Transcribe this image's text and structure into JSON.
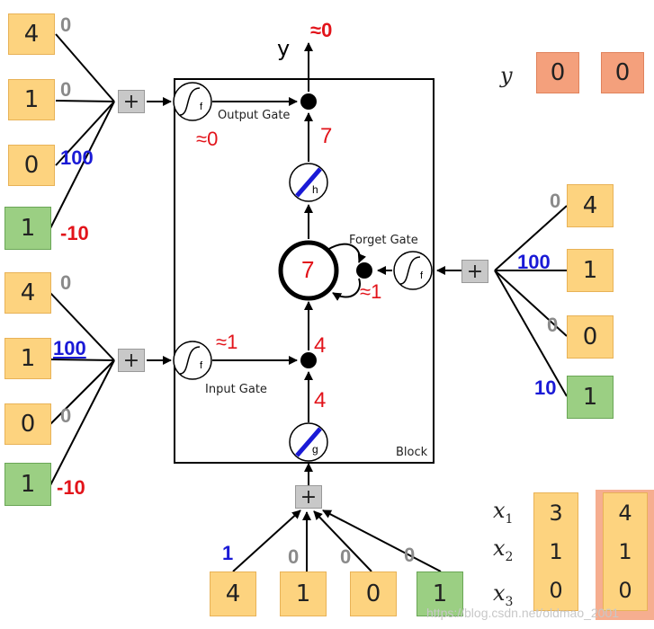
{
  "output": {
    "y_label": "y",
    "value_label": "≈0"
  },
  "block": {
    "label": "Block",
    "cell_value": "7",
    "h_value": "7",
    "g_value": "4",
    "mul_value": "4"
  },
  "gates": {
    "output": {
      "label": "Output Gate",
      "activation": "≈0",
      "func": "f"
    },
    "input": {
      "label": "Input Gate",
      "activation": "≈1",
      "func": "f"
    },
    "forget": {
      "label": "Forget Gate",
      "activation": "≈1",
      "func": "f"
    }
  },
  "activations": {
    "h": "h",
    "g": "g"
  },
  "plus_symbol": "+",
  "output_gate_inputs": [
    {
      "value": "4",
      "weight": "0",
      "kind": "x"
    },
    {
      "value": "1",
      "weight": "0",
      "kind": "x"
    },
    {
      "value": "0",
      "weight": "100",
      "kind": "x"
    },
    {
      "value": "1",
      "weight": "-10",
      "kind": "bias"
    }
  ],
  "input_gate_inputs": [
    {
      "value": "4",
      "weight": "0",
      "kind": "x"
    },
    {
      "value": "1",
      "weight": "100",
      "kind": "x"
    },
    {
      "value": "0",
      "weight": "0",
      "kind": "x"
    },
    {
      "value": "1",
      "weight": "-10",
      "kind": "bias"
    }
  ],
  "forget_gate_inputs": [
    {
      "value": "4",
      "weight": "0",
      "kind": "x"
    },
    {
      "value": "1",
      "weight": "100",
      "kind": "x"
    },
    {
      "value": "0",
      "weight": "0",
      "kind": "x"
    },
    {
      "value": "1",
      "weight": "10",
      "kind": "bias"
    }
  ],
  "cell_inputs": [
    {
      "value": "4",
      "weight": "1",
      "kind": "x"
    },
    {
      "value": "1",
      "weight": "0",
      "kind": "x"
    },
    {
      "value": "0",
      "weight": "0",
      "kind": "x"
    },
    {
      "value": "1",
      "weight": "0",
      "kind": "bias"
    }
  ],
  "sequence": {
    "y_label": "y",
    "x_labels": [
      "x",
      "x",
      "x"
    ],
    "x_subscripts": [
      "1",
      "2",
      "3"
    ],
    "y_values": [
      "0",
      "0"
    ],
    "columns": [
      [
        "3",
        "1",
        "0"
      ],
      [
        "4",
        "1",
        "0"
      ]
    ]
  },
  "watermark": "https://blog.csdn.net/oldmao_2001"
}
